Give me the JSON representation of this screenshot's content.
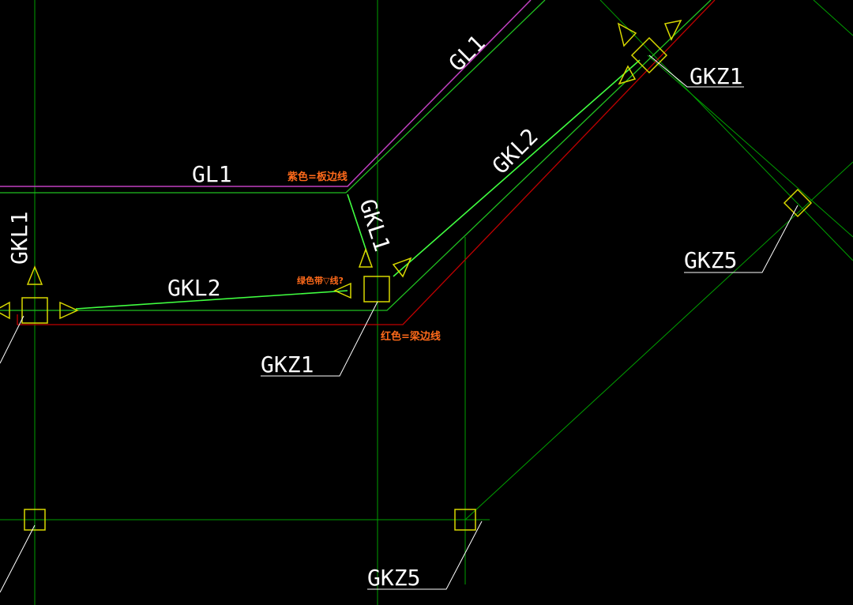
{
  "colors": {
    "background": "#000000",
    "grid": "#00a000",
    "beam_green": "#20c020",
    "purple": "#c040c0",
    "red": "#c00000",
    "yellow": "#d8d800",
    "bright_green": "#40ff40",
    "white": "#ffffff",
    "annotation_orange": "#ff6a1a"
  },
  "labels": {
    "gl1_top": "GL1",
    "gl1_horizontal": "GL1",
    "gkl2_diagonal": "GKL2",
    "gkl1_slanted": "GKL1",
    "gkl2_horizontal": "GKL2",
    "gkl1_left": "GKL1",
    "gkz1_top_right": "GKZ1",
    "gkz5_right": "GKZ5",
    "gkz1_center": "GKZ1",
    "gkz5_bottom": "GKZ5"
  },
  "annotations": {
    "purple_note": "紫色=板边线",
    "green_note": "绿色带▽线?",
    "red_note": "红色=梁边线"
  },
  "icons": {
    "arrow": "hollow-triangle-arrow-icon",
    "column": "column-square-icon",
    "selection": "selection-grip-icon"
  }
}
